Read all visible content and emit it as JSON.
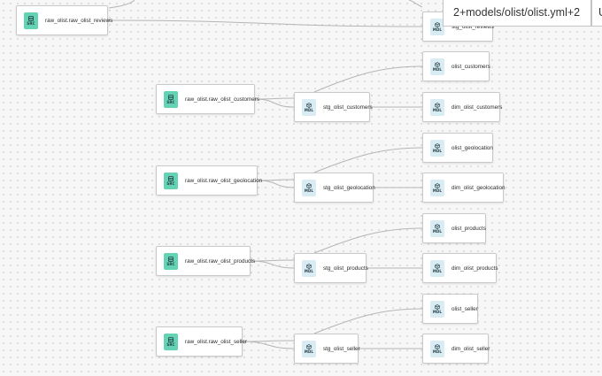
{
  "badges": {
    "src": "SRC",
    "mdl": "MDL"
  },
  "tabs": {
    "file_tab": "2+models/olist/olist.yml+2",
    "partial_tab": "U"
  },
  "nodes": {
    "raw_reviews": "raw_olist.raw_olist_reviews",
    "stg_reviews": "stg_olist_reviews",
    "raw_customers": "raw_olist.raw_olist_customers",
    "stg_customers": "stg_olist_customers",
    "olist_customers": "olist_customers",
    "dim_customers": "dim_olist_customers",
    "raw_geolocation": "raw_olist.raw_olist_geolocation",
    "stg_geolocation": "stg_olist_geolocation",
    "olist_geolocation": "olist_geolocation",
    "dim_geolocation": "dim_olist_geolocation",
    "raw_products": "raw_olist.raw_olist_products",
    "stg_products": "stg_olist_products",
    "olist_products": "olist_products",
    "dim_products": "dim_olist_products",
    "raw_seller": "raw_olist.raw_olist_seller",
    "stg_seller": "stg_olist_seller",
    "olist_seller": "olist_seller",
    "dim_seller": "dim_olist_seller"
  },
  "colors": {
    "edge": "#b5b5b5",
    "src_badge": "#63d3b3",
    "mdl_badge": "#d9ecf3"
  }
}
